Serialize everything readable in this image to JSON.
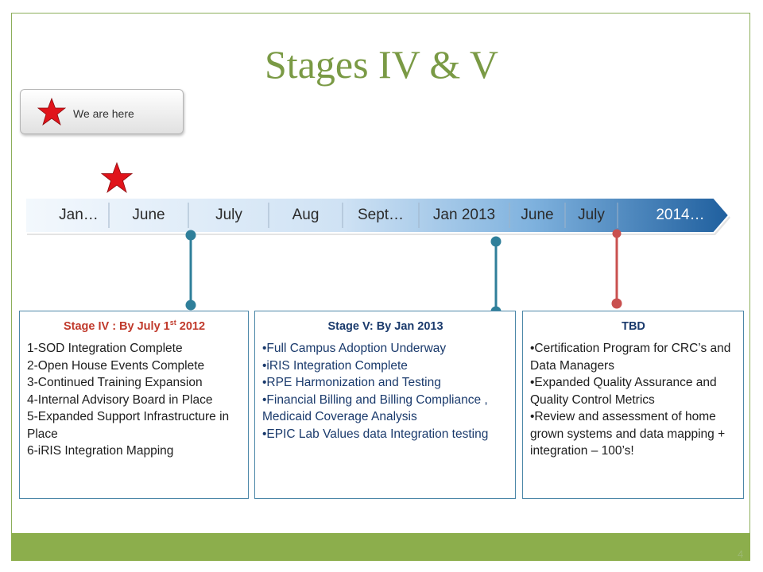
{
  "title": "Stages IV & V",
  "legend": {
    "text": "We are here",
    "icon": "red-star-icon"
  },
  "timeline": {
    "months": [
      "Jan…",
      "June",
      "July",
      "Aug",
      "Sept…",
      "Jan 2013",
      "June",
      "July",
      "2014…"
    ],
    "marker_icon": "red-star-icon"
  },
  "stages": [
    {
      "heading": "Stage IV : By July 1",
      "heading_sup": "st",
      "heading_tail": " 2012",
      "lines": [
        "1-SOD Integration Complete",
        "2-Open House Events Complete",
        "3-Continued Training Expansion",
        "4-Internal Advisory Board in Place",
        "5-Expanded Support Infrastructure in Place",
        "6-iRIS Integration Mapping"
      ]
    },
    {
      "heading": "Stage V: By Jan 2013",
      "lines": [
        "•Full Campus Adoption Underway",
        "•iRIS Integration Complete",
        "•RPE Harmonization and Testing",
        "•Financial Billing and Billing Compliance , Medicaid Coverage Analysis",
        "•EPIC Lab Values data Integration testing"
      ]
    },
    {
      "heading": "TBD",
      "lines": [
        "•Certification Program for CRC’s and Data Managers",
        "•Expanded Quality Assurance and Quality Control Metrics",
        "•Review and assessment of home grown systems and data mapping + integration – 100’s!"
      ]
    }
  ],
  "page_number": "4",
  "colors": {
    "title": "#7a9a45",
    "accent_green": "#8cae4c",
    "connector_teal": "#2f7f9a",
    "connector_red": "#c9504f",
    "star_red": "#e0141b",
    "stage4_heading": "#c0392b",
    "stage_heading_navy": "#1a3a6c"
  }
}
